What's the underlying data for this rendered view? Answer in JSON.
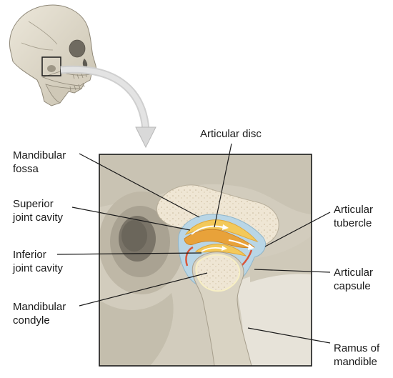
{
  "labels": {
    "articular_disc": "Articular disc",
    "mandibular_fossa": [
      "Mandibular",
      "fossa"
    ],
    "superior_joint_cavity": [
      "Superior",
      "joint cavity"
    ],
    "inferior_joint_cavity": [
      "Inferior",
      "joint cavity"
    ],
    "mandibular_condyle": [
      "Mandibular",
      "condyle"
    ],
    "articular_tubercle": [
      "Articular",
      "tubercle"
    ],
    "articular_capsule": [
      "Articular",
      "capsule"
    ],
    "ramus_of_mandible": [
      "Ramus of",
      "mandible"
    ]
  },
  "colors": {
    "bone": "#d9d3c3",
    "bone_shadow": "#b9b2a2",
    "spongy_bone": "#efe6d4",
    "capsule": "#b9d6e6",
    "cavity": "#f3c95a",
    "disc": "#e8a23a",
    "cartilage": "#f7efc4",
    "arrow": "#cfcfcf"
  }
}
